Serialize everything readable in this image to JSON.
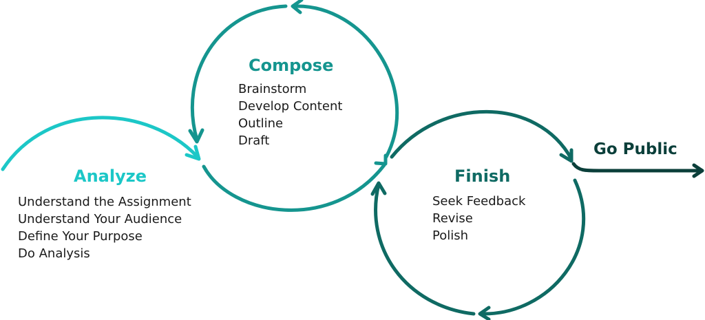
{
  "colors": {
    "analyze": "#1cc7c7",
    "compose": "#15958f",
    "finish": "#0f6a63",
    "go_public": "#0b3f3a"
  },
  "analyze": {
    "title": "Analyze",
    "items": [
      "Understand the Assignment",
      "Understand Your Audience",
      "Define Your Purpose",
      "Do Analysis"
    ]
  },
  "compose": {
    "title": "Compose",
    "items": [
      "Brainstorm",
      "Develop Content",
      "Outline",
      "Draft"
    ]
  },
  "finish": {
    "title": "Finish",
    "items": [
      "Seek Feedback",
      "Revise",
      "Polish"
    ]
  },
  "go_public": {
    "label": "Go Public"
  }
}
